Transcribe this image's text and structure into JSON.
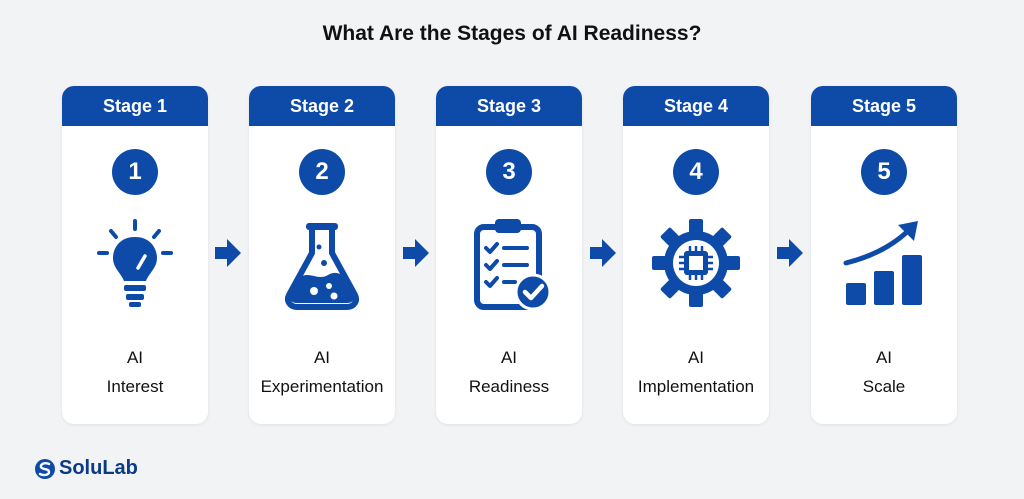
{
  "title": "What Are the Stages of AI Readiness?",
  "brand": {
    "name": "SoluLab",
    "color": "#0e4ba9"
  },
  "stages": [
    {
      "header": "Stage 1",
      "number": "1",
      "line1": "AI",
      "line2": "Interest",
      "icon": "lightbulb-icon"
    },
    {
      "header": "Stage 2",
      "number": "2",
      "line1": "AI",
      "line2": "Experimentation",
      "icon": "flask-icon"
    },
    {
      "header": "Stage 3",
      "number": "3",
      "line1": "AI",
      "line2": "Readiness",
      "icon": "clipboard-checklist-icon"
    },
    {
      "header": "Stage 4",
      "number": "4",
      "line1": "AI",
      "line2": "Implementation",
      "icon": "gear-chip-icon"
    },
    {
      "header": "Stage 5",
      "number": "5",
      "line1": "AI",
      "line2": "Scale",
      "icon": "growth-chart-icon"
    }
  ]
}
